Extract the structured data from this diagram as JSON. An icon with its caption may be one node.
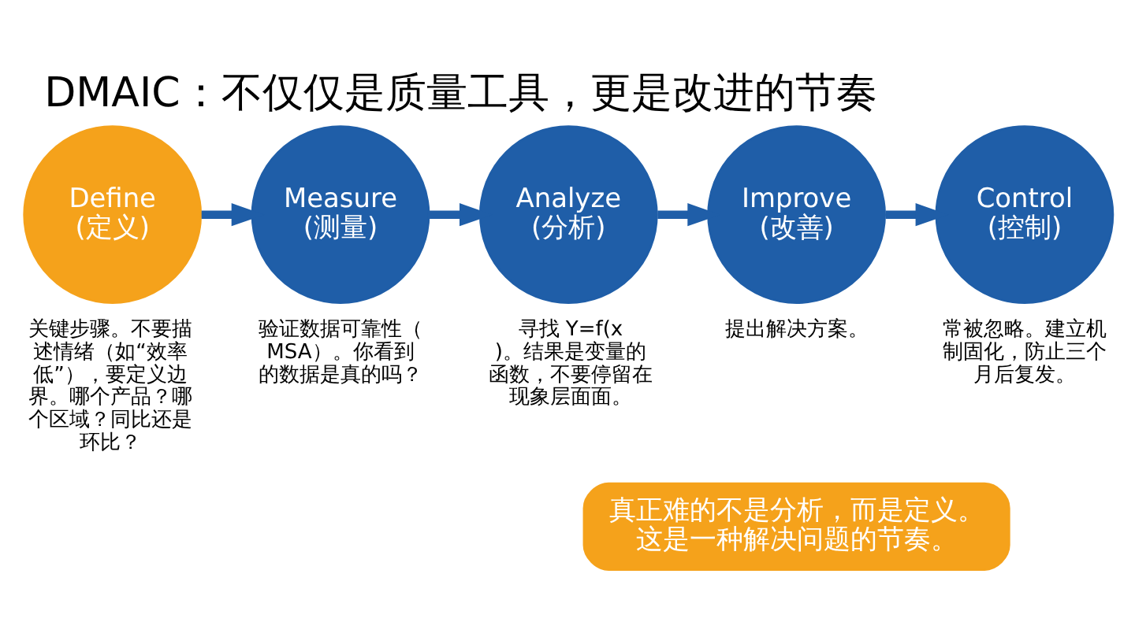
{
  "diagram": {
    "title": "DMAIC：不仅仅是质量工具，更是改进的节奏",
    "nodes": [
      {
        "text": [
          "Define",
          "(定义)"
        ],
        "beside": [
          "关键步骤。不要描述情绪（如“效率低”），要定义边界。哪个产品？哪个区域？同比还是环比？"
        ]
      },
      {
        "text": [
          "Measure",
          "(测量)"
        ],
        "beside": [
          "验证数据可靠性（MSA）。你看到的数据是真的吗？"
        ]
      },
      {
        "text": [
          "Analyze",
          "(分析)"
        ],
        "beside": [
          "寻找 Y=f(x)。结果是变量的函数，不要停留在现象层面面。"
        ]
      },
      {
        "text": [
          "Improve",
          "(改善)"
        ],
        "beside": [
          "提出解决方案。"
        ]
      },
      {
        "text": [
          "Control",
          "(控制)"
        ],
        "beside": [
          "常被忽略。建立机制固化，防止三个月后复发。"
        ]
      },
      {
        "text": [
          "真正难的不是分析，而是定义。这是一种解决问题的节奏。"
        ]
      }
    ],
    "edges": [
      {
        "from": 0,
        "to": 1,
        "arrow": "to"
      },
      {
        "from": 1,
        "to": 2,
        "arrow": "to"
      },
      {
        "from": 2,
        "to": 3,
        "arrow": "to"
      },
      {
        "from": 3,
        "to": 4,
        "arrow": "to"
      }
    ]
  }
}
